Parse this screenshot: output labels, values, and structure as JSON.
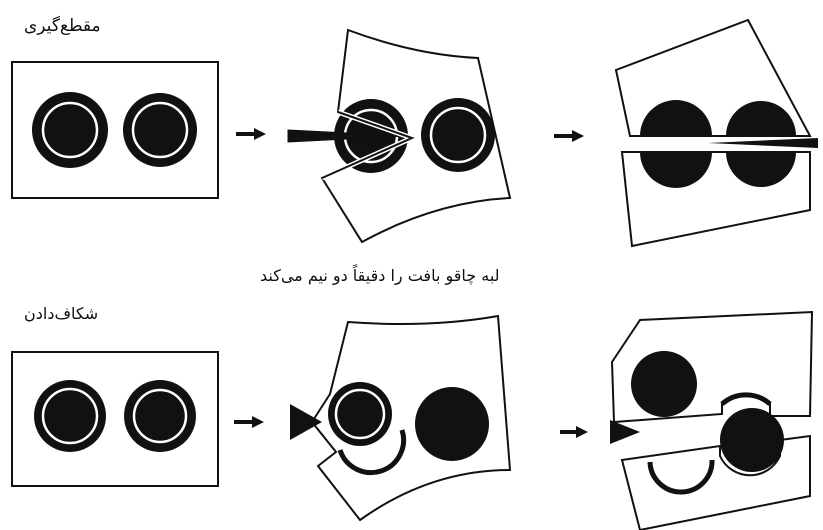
{
  "labels": {
    "cleaving_title": "مقطع‌گیری",
    "caption": "لبه چاقو بافت را دقیقاً دو نیم می‌کند",
    "fracturing_title": "شکاف‌دادن"
  },
  "colors": {
    "ink": "#111111",
    "paper": "#ffffff"
  }
}
